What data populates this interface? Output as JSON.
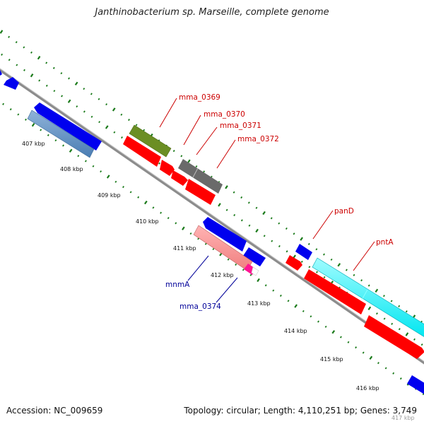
{
  "title": "Janthinobacterium sp. Marseille, complete genome",
  "footer": {
    "accession": "Accession: NC_009659",
    "topology": "Topology: circular; Length: 4,110,251 bp; Genes: 3,749"
  },
  "colors": {
    "backbone": "#8c8c8c",
    "tick": "#1a7a1a",
    "forward_cds": "#ff0000",
    "reverse_cds": "#0000ff",
    "rna": "#6b8e23",
    "gray_gene": "#6a6a6a",
    "highlight_forward_label": "#cc0000",
    "highlight_reverse_label": "#000099"
  },
  "kbp_labels": [
    "407 kbp",
    "408 kbp",
    "409 kbp",
    "410 kbp",
    "411 kbp",
    "412 kbp",
    "413 kbp",
    "414 kbp",
    "415 kbp",
    "416 kbp",
    "417 kbp"
  ],
  "gene_labels": {
    "mma_0369": "mma_0369",
    "mma_0370": "mma_0370",
    "mma_0371": "mma_0371",
    "mma_0372": "mma_0372",
    "panD": "panD",
    "pntA": "pntA",
    "mnmA": "mnmA",
    "mma_0374": "mma_0374"
  }
}
